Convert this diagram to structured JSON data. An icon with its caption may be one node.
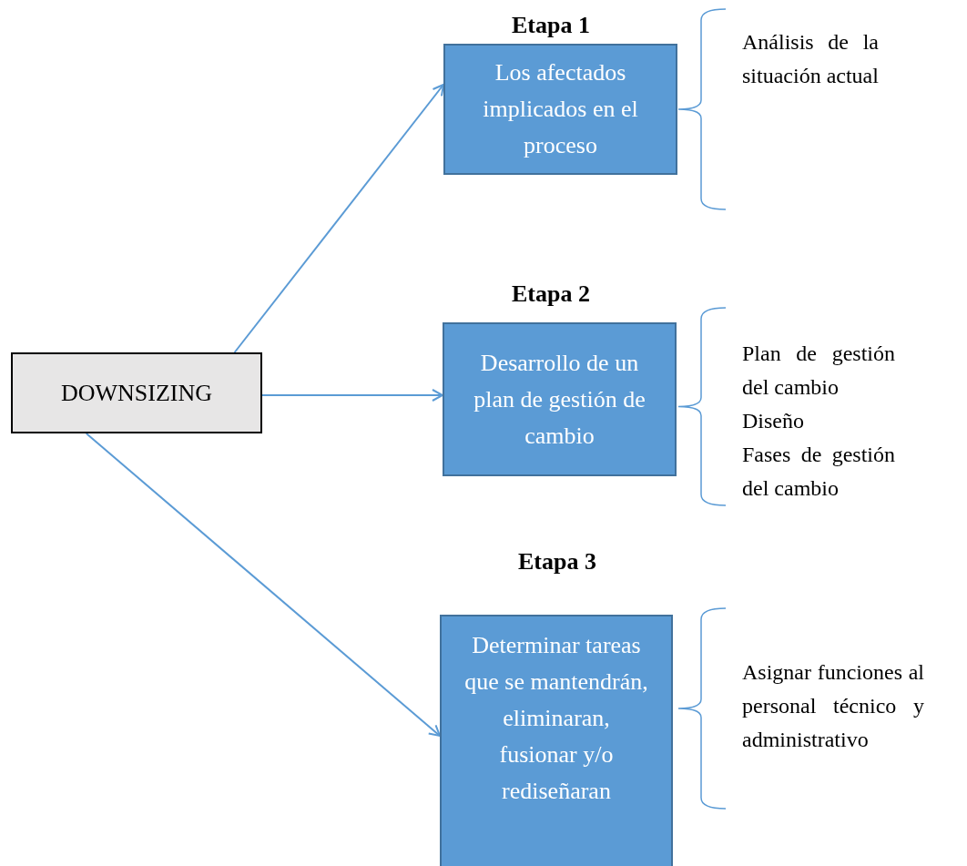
{
  "diagram": {
    "nodes": [
      {
        "text": [
          "DOWNSIZING"
        ]
      },
      {
        "text": [
          "Etapa 1",
          "Los afectados implicados en el proceso"
        ],
        "beside": [
          "Análisis de la situación actual"
        ]
      },
      {
        "text": [
          "Etapa 2",
          "Desarrollo de un plan de gestión de cambio"
        ],
        "beside": [
          "Plan de gestión del cambio",
          "Diseño",
          "Fases de gestión del cambio"
        ]
      },
      {
        "text": [
          "Etapa 3",
          "Determinar tareas que se mantendrán, eliminaran, fusionar y/o rediseñaran"
        ],
        "beside": [
          "Asignar funciones al personal técnico y administrativo"
        ]
      }
    ],
    "edges": [
      {
        "from": 0,
        "to": 1,
        "arrow": "to"
      },
      {
        "from": 0,
        "to": 2,
        "arrow": "to"
      },
      {
        "from": 0,
        "to": 3,
        "arrow": "to"
      }
    ]
  }
}
